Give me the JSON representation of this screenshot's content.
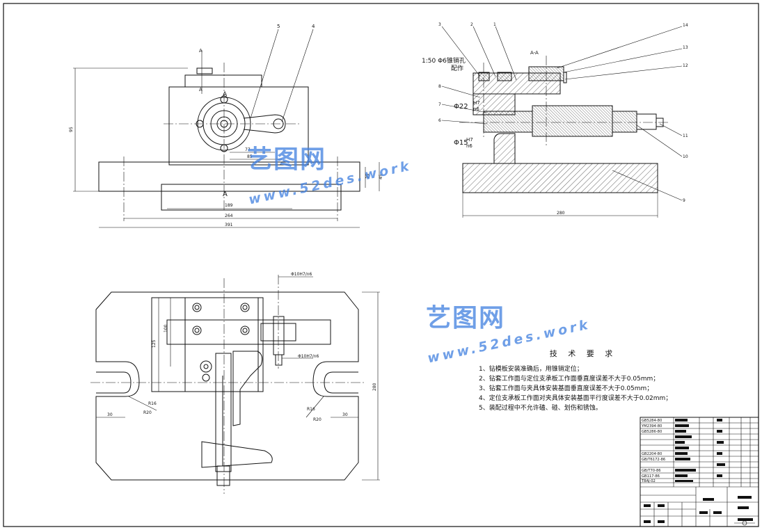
{
  "drawing": {
    "front_view": {
      "section_marks": [
        "A",
        "A",
        "A",
        "A"
      ],
      "part_balloons": [
        "5",
        "4"
      ],
      "dims": [
        "77",
        "95",
        "85",
        "35",
        "45",
        "189",
        "264",
        "391"
      ]
    },
    "section_view": {
      "title": "A-A",
      "note_line1": "1:50  Φ6锥销孔",
      "note_line2": "配作",
      "part_balloons_left": [
        "3",
        "2",
        "1",
        "8",
        "7",
        "6"
      ],
      "part_balloons_right": [
        "14",
        "13",
        "12",
        "11",
        "10",
        "9"
      ],
      "fit_1_d": "Φ22",
      "fit_1_hole": "H7",
      "fit_1_shaft": "n6",
      "fit_2_d": "Φ15",
      "fit_2_hole": "H7",
      "fit_2_shaft": "n6",
      "dim_bottom": "280"
    },
    "top_view": {
      "fit_top": "Φ10H7/n6",
      "fit_mid": "Φ10H7/n6",
      "dims": [
        "125",
        "100",
        "R16",
        "R20",
        "30",
        "R16",
        "R20",
        "30",
        "280"
      ]
    }
  },
  "tech_requirements": {
    "title": "技 术 要 求",
    "items": [
      "1、钻模板安装准确后，用锥销定位；",
      "2、钻套工作面与定位支承板工作面垂直度误差不大于0.05mm；",
      "3、钻套工作面与夹具体安装基面垂直度误差不大于0.05mm；",
      "4、定位支承板工作面对夹具体安装基面平行度误差不大于0.02mm；",
      "5、装配过程中不允许磕、碰、划伤和锈蚀。"
    ]
  },
  "title_block": {
    "standards": [
      "GB5284-80",
      "YM2394-80",
      "GB5286-80",
      "GB2204-80",
      "GB/T6172-86",
      "GB/T70-86",
      "GB117-86",
      "T8AJ-02"
    ]
  },
  "watermarks": [
    {
      "brand": "艺图网",
      "url": "www.52des.work"
    },
    {
      "brand": "艺图网",
      "url": "www.52des.work"
    }
  ],
  "colors": {
    "line": "#111111",
    "watermark": "#3f7fe0"
  }
}
